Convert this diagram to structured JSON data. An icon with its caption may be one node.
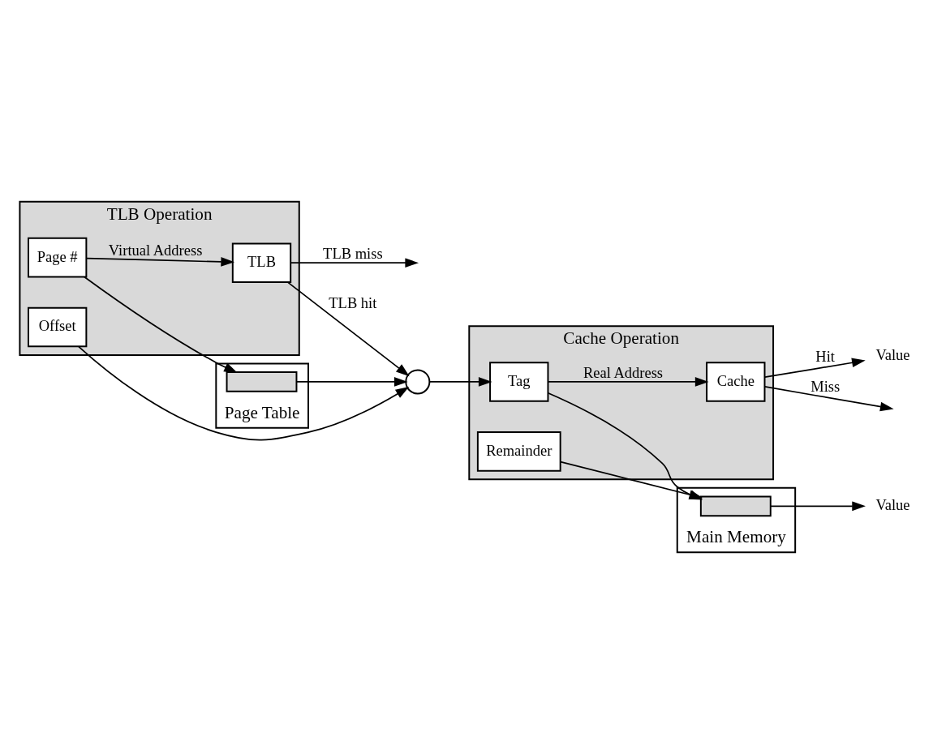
{
  "diagram": {
    "nodes": [
      {
        "text": [
          "TLB Operation"
        ]
      },
      {
        "text": [
          "Page #"
        ],
        "in": 0
      },
      {
        "text": [
          "Offset"
        ],
        "in": 0
      },
      {
        "text": [
          "TLB"
        ],
        "in": 0
      },
      {
        "text": [
          "Page Table"
        ]
      },
      {
        "text": [],
        "shape": "bar",
        "in": 4
      },
      {
        "text": [],
        "shape": "circle"
      },
      {
        "text": [
          "Cache Operation"
        ]
      },
      {
        "text": [
          "Tag"
        ],
        "in": 7
      },
      {
        "text": [
          "Remainder"
        ],
        "in": 7
      },
      {
        "text": [
          "Cache"
        ],
        "in": 7
      },
      {
        "text": [
          "Value"
        ]
      },
      {
        "text": [
          "Main Memory"
        ]
      },
      {
        "text": [],
        "shape": "bar",
        "in": 12
      },
      {
        "text": [
          "Value"
        ]
      }
    ],
    "edges": [
      {
        "from": 1,
        "to": 3,
        "arrow": "to",
        "label": "Virtual Address"
      },
      {
        "from": 3,
        "to": null,
        "arrow": "to",
        "label": "TLB miss"
      },
      {
        "from": 3,
        "to": 6,
        "arrow": "to",
        "label": "TLB hit"
      },
      {
        "from": 2,
        "to": 6,
        "arrow": "to"
      },
      {
        "from": 1,
        "to": 5,
        "arrow": "to"
      },
      {
        "from": 5,
        "to": 6,
        "arrow": "to"
      },
      {
        "from": 6,
        "to": 8,
        "arrow": "to"
      },
      {
        "from": 8,
        "to": 10,
        "arrow": "to",
        "label": "Real Address"
      },
      {
        "from": 10,
        "to": 11,
        "arrow": "to",
        "label": "Hit"
      },
      {
        "from": 10,
        "to": null,
        "arrow": "to",
        "label": "Miss"
      },
      {
        "from": 8,
        "to": 13,
        "arrow": "to"
      },
      {
        "from": 9,
        "to": 13,
        "arrow": "to"
      },
      {
        "from": 13,
        "to": 14,
        "arrow": "to"
      }
    ]
  }
}
